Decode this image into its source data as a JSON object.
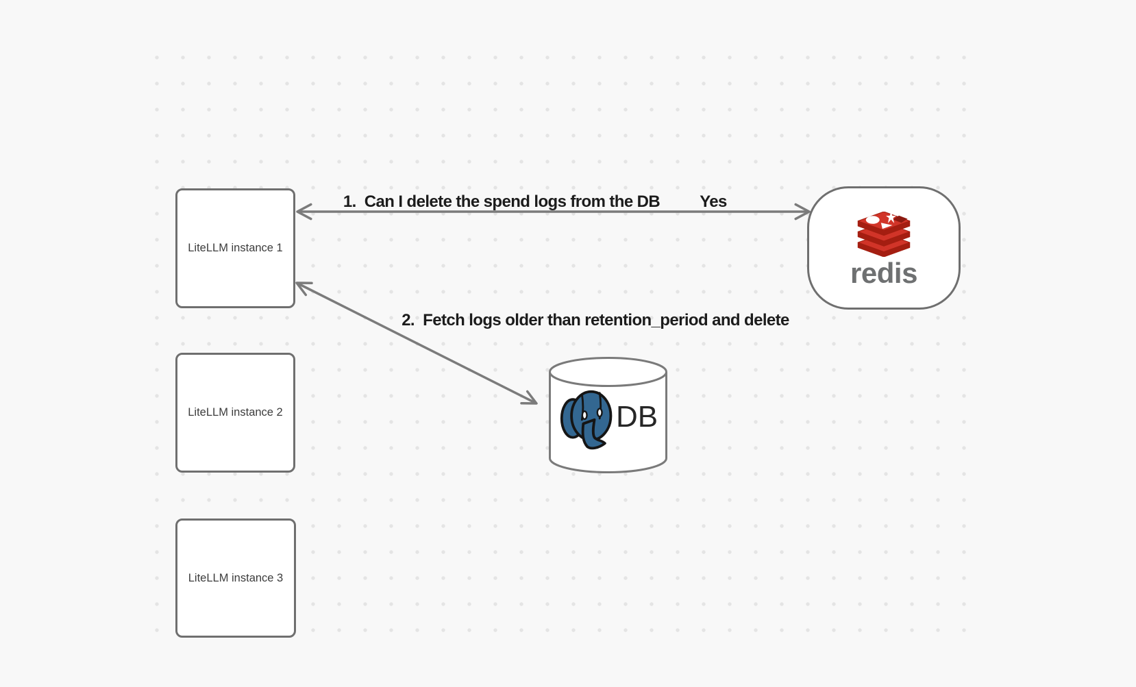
{
  "diagram": {
    "instances": [
      {
        "label": "LiteLLM instance 1"
      },
      {
        "label": "LiteLLM instance 2"
      },
      {
        "label": "LiteLLM instance 3"
      }
    ],
    "redis_node": {
      "wordmark": "redis",
      "icon": "redis-stack-logo"
    },
    "db_node": {
      "label": "DB",
      "icon": "postgresql-elephant-logo"
    },
    "messages": {
      "step1": "1.  Can I delete the spend logs from the DB",
      "step1_answer": "Yes",
      "step2": "2.  Fetch logs older than retention_period and delete"
    },
    "arrows": [
      {
        "name": "arrow-1",
        "between": "LiteLLM instance 1 and redis",
        "direction": "bidirectional"
      },
      {
        "name": "arrow-2",
        "between": "LiteLLM instance 1 and DB",
        "direction": "bidirectional"
      }
    ],
    "colors": {
      "background": "#f8f8f8",
      "grid_dot": "#e4e4e4",
      "node_border": "#6f6f6f",
      "node_fill": "#ffffff",
      "arrow": "#7b7b7b",
      "instance_label_text": "#3c3c3c",
      "message_text": "#1c1c1c",
      "redis_red_top": "#d13428",
      "redis_red_front": "#a41e11",
      "redis_cube_red": "#8c1a10",
      "redis_wordmark_gray": "#6e7071",
      "postgres_blue": "#336791",
      "db_label_text": "#262626"
    }
  }
}
